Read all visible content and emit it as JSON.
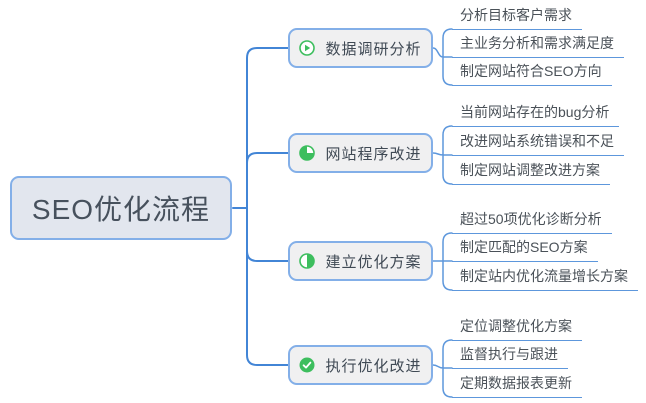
{
  "root": {
    "label": "SEO优化流程"
  },
  "branches": [
    {
      "label": "数据调研分析",
      "icon": "play-circle-icon",
      "leaves": [
        "分析目标客户需求",
        "主业务分析和需求满足度",
        "制定网站符合SEO方向"
      ]
    },
    {
      "label": "网站程序改进",
      "icon": "pie-three-quarter-icon",
      "leaves": [
        "当前网站存在的bug分析",
        "改进网站系统错误和不足",
        "制定网站调整改进方案"
      ]
    },
    {
      "label": "建立优化方案",
      "icon": "pie-half-icon",
      "leaves": [
        "超过50项优化诊断分析",
        "制定匹配的SEO方案",
        "制定站内优化流量增长方案"
      ]
    },
    {
      "label": "执行优化改进",
      "icon": "check-circle-icon",
      "leaves": [
        "定位调整优化方案",
        "监督执行与跟进",
        "定期数据报表更新"
      ]
    }
  ],
  "colors": {
    "connector_blue": "#4285d6",
    "leaf_line_blue": "#5d97dc",
    "node_border_blue": "#83afe8",
    "root_fill": "#e2e6ee",
    "branch_fill": "#f0f0f1",
    "icon_green": "#3dbe5e"
  }
}
